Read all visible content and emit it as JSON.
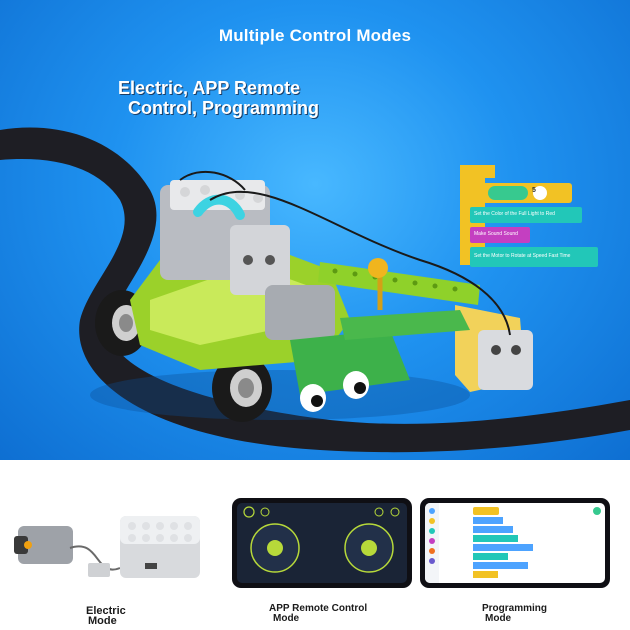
{
  "hero": {
    "title": "Multiple Control Modes",
    "subtitle_line1": "Electric, APP Remote",
    "subtitle_line2": "Control, Programming"
  },
  "code_panel": {
    "blocks": [
      "Set the Color of the Full Light to Red",
      "Make Sound Sound",
      "Set the Motor to Rotate at Speed Fast Time"
    ],
    "counter_value": "5"
  },
  "modes": [
    {
      "line1": "Electric",
      "line2": "Mode"
    },
    {
      "line1": "APP Remote Control",
      "line2": "Mode"
    },
    {
      "line1": "Programming",
      "line2": "Mode"
    }
  ],
  "colors": {
    "sky_blue": "#1f92f0",
    "lime_green": "#9bd12a",
    "track_black": "#1e1e24",
    "block_yellow": "#f2c224",
    "block_teal": "#22c7b8",
    "block_magenta": "#c43fc1",
    "app_bg": "#1a2436",
    "joystick_green": "#b7d93a"
  }
}
